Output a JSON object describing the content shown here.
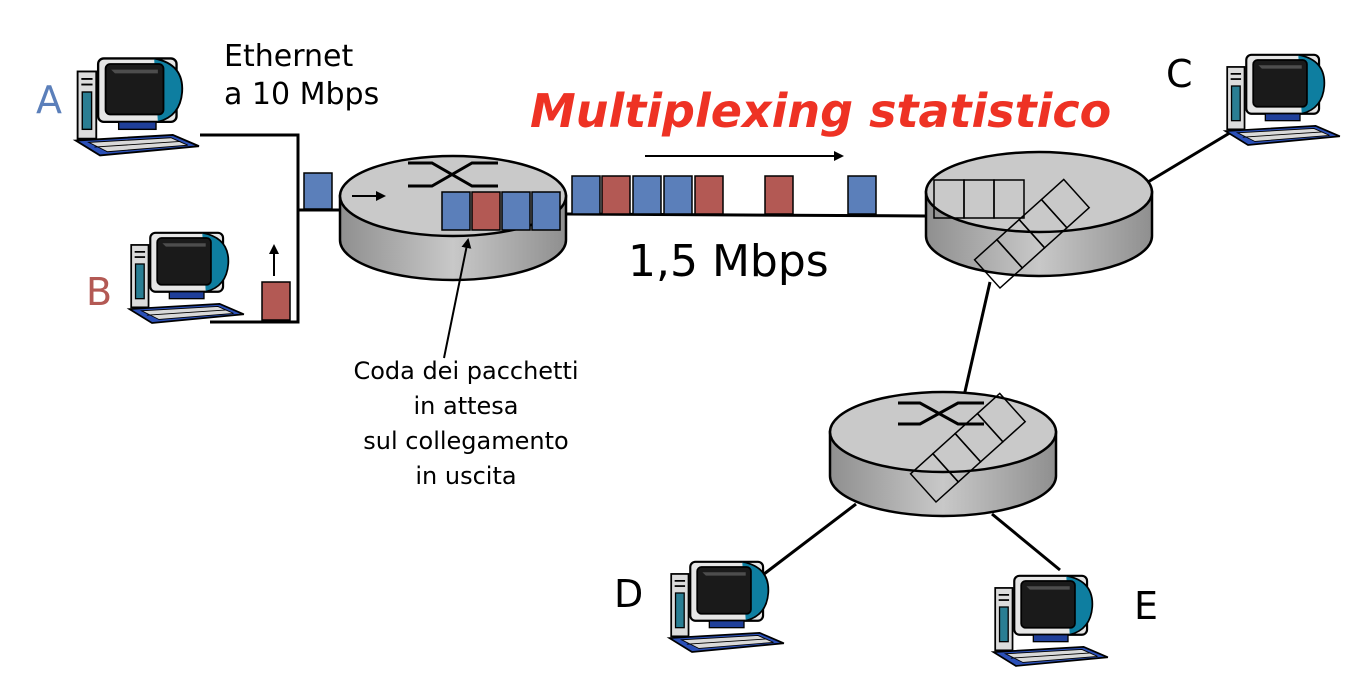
{
  "title": "Multiplexing statistico",
  "link_label": "1,5 Mbps",
  "ethernet_label": {
    "line1": "Ethernet",
    "line2": "a 10 Mbps"
  },
  "hosts": {
    "a": {
      "label": "A",
      "color": "#5b7fba"
    },
    "b": {
      "label": "B",
      "color": "#b35954"
    },
    "c": {
      "label": "C"
    },
    "d": {
      "label": "D"
    },
    "e": {
      "label": "E"
    }
  },
  "queue_note": {
    "line1": "Coda dei pacchetti",
    "line2": "in attesa",
    "line3": "sul collegamento",
    "line4": "in uscita"
  },
  "packet_colors": {
    "blue": "#5b7fba",
    "red": "#b35954"
  },
  "icons": {
    "router": "router-icon",
    "computer": "computer-icon"
  }
}
